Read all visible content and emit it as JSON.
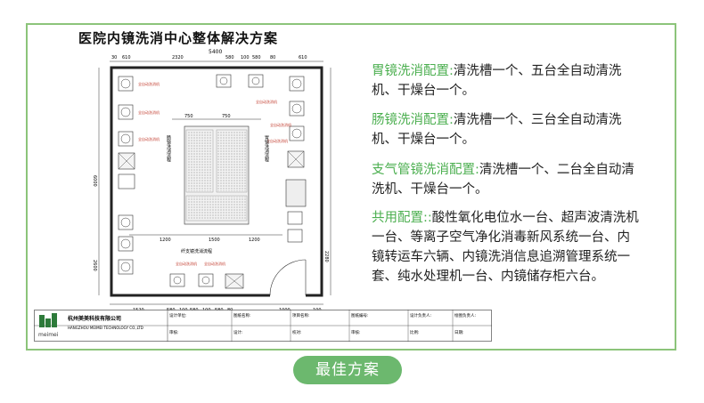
{
  "sheet_title": "医院内镜洗消中心整体解决方案",
  "plan": {
    "dims_top": [
      "30",
      "610",
      "2320",
      "580",
      "100",
      "580",
      "80",
      "610"
    ],
    "dim_total": "5400",
    "dims_mid": [
      "750",
      "750"
    ],
    "dims_bottom": [
      "1520",
      "580",
      "100",
      "580",
      "100",
      "580",
      "80",
      "1000",
      "100"
    ],
    "dims_lower": [
      "1200",
      "1500",
      "1200"
    ],
    "dims_left": [
      "6000",
      "2600"
    ],
    "dims_right": [
      "2280"
    ],
    "zone_labels": {
      "left_zone": "肠镜洗消流程",
      "right_zone": "胃镜洗消流程",
      "bottom_zone": "纤支镜洗消流程"
    },
    "machine_label": "全自动洗消机"
  },
  "configs": [
    {
      "label": "胃镜洗消配置:",
      "text": "清洗槽一个、五台全自动清洗机、干燥台一个。"
    },
    {
      "label": "肠镜洗消配置:",
      "text": "清洗槽一个、三台全自动清洗机、干燥台一个。"
    },
    {
      "label": "支气管镜洗消配置:",
      "text": "清洗槽一个、二台全自动清洗机、干燥台一个。"
    },
    {
      "label": "共用配置::",
      "text": "酸性氧化电位水一台、超声波清洗机一台、等离子空气净化消毒新风系统一台、内镜转运车六辆、内镜洗消信息追溯管理系统一套、纯水处理机一台、内镜储存柜六台。"
    }
  ],
  "title_block": {
    "company_cn": "杭州美美科技有限公司",
    "company_en": "HANGZHOU MEIMEI TECHNOLOGY CO.,LTD",
    "logo_text": "meimei",
    "fields": [
      "设计单位:",
      "图纸名称:",
      "项目名称:",
      "图纸编号:",
      "设计负责人:",
      "绘图负责人:",
      "审核:",
      "设计:",
      "校对:",
      "审核:",
      "比例:",
      "日期:"
    ]
  },
  "cta_label": "最佳方案",
  "colors": {
    "accent": "#4caf50",
    "frame": "#8cc47a",
    "button": "#6cb86e"
  }
}
